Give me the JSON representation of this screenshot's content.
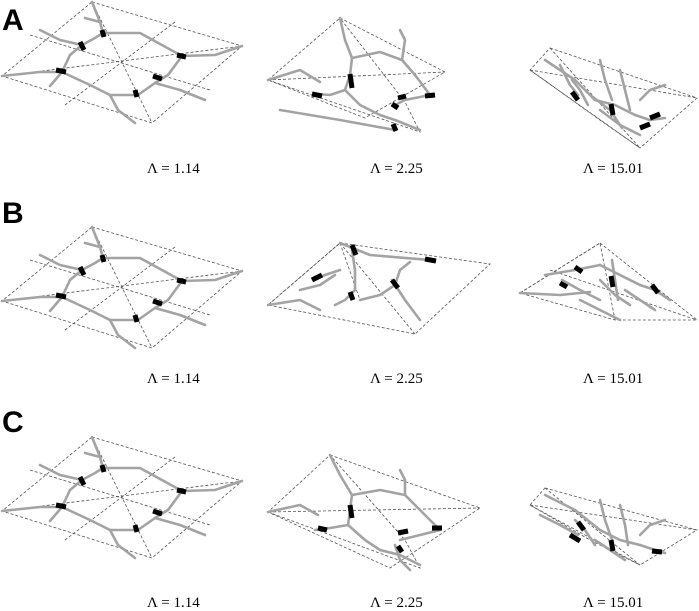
{
  "rows": [
    {
      "label": "A",
      "panels": [
        {
          "lambda_text": "Λ = 1.14"
        },
        {
          "lambda_text": "Λ = 2.25"
        },
        {
          "lambda_text": "Λ = 15.01"
        }
      ]
    },
    {
      "label": "B",
      "panels": [
        {
          "lambda_text": "Λ = 1.14"
        },
        {
          "lambda_text": "Λ = 2.25"
        },
        {
          "lambda_text": "Λ = 15.01"
        }
      ]
    },
    {
      "label": "C",
      "panels": [
        {
          "lambda_text": "Λ = 1.14"
        },
        {
          "lambda_text": "Λ = 2.25"
        },
        {
          "lambda_text": "Λ = 15.01"
        }
      ]
    }
  ],
  "colors": {
    "edge": "#a3a3a3",
    "hinge": "#000000",
    "dashed": "#555555"
  }
}
